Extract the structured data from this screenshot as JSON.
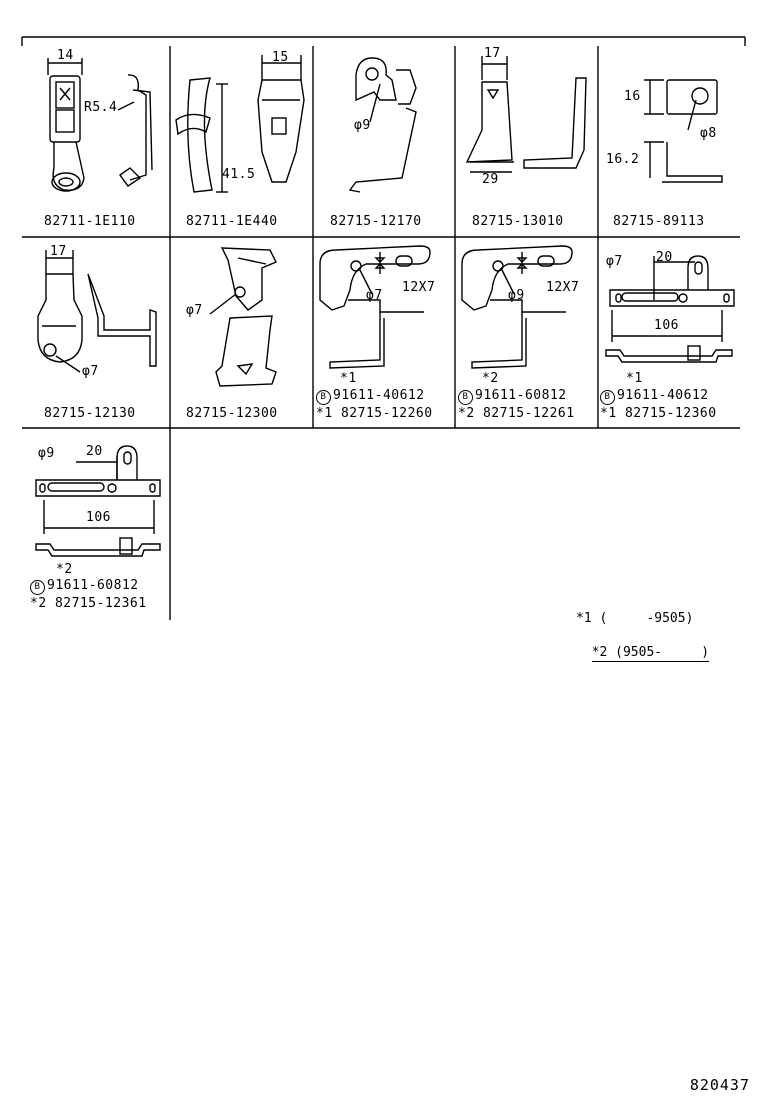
{
  "cells": [
    {
      "id": "c1",
      "part": "82711-1E110",
      "dims": [
        "14",
        "R5.4"
      ],
      "notes": []
    },
    {
      "id": "c2",
      "part": "82711-1E440",
      "dims": [
        "15",
        "41.5"
      ],
      "notes": []
    },
    {
      "id": "c3",
      "part": "82715-12170",
      "dims": [
        "φ9"
      ],
      "notes": []
    },
    {
      "id": "c4",
      "part": "82715-13010",
      "dims": [
        "17",
        "29"
      ],
      "notes": []
    },
    {
      "id": "c5",
      "part": "82715-89113",
      "dims": [
        "16",
        "16.2",
        "φ8"
      ],
      "notes": []
    },
    {
      "id": "c6",
      "part": "82715-12130",
      "dims": [
        "17",
        "φ7"
      ],
      "notes": []
    },
    {
      "id": "c7",
      "part": "82715-12300",
      "dims": [
        "φ7"
      ],
      "notes": []
    },
    {
      "id": "c8",
      "part": "",
      "dims": [
        "φ7",
        "12X7"
      ],
      "star": "*1",
      "bolt": "91611-40612",
      "alt": "*1 82715-12260"
    },
    {
      "id": "c9",
      "part": "",
      "dims": [
        "φ9",
        "12X7"
      ],
      "star": "*2",
      "bolt": "91611-60812",
      "alt": "*2 82715-12261"
    },
    {
      "id": "c10",
      "part": "",
      "dims": [
        "φ7",
        "20",
        "106"
      ],
      "star": "*1",
      "bolt": "91611-40612",
      "alt": "*1 82715-12360"
    },
    {
      "id": "c11",
      "part": "",
      "dims": [
        "φ9",
        "20",
        "106"
      ],
      "star": "*2",
      "bolt": "91611-60812",
      "alt": "*2 82715-12361"
    }
  ],
  "bolt_marker": "B",
  "legend": [
    {
      "key": "*1",
      "range": "(     -9505)"
    },
    {
      "key": "*2",
      "range": "(9505-     )"
    }
  ],
  "sheet_code": "820437"
}
